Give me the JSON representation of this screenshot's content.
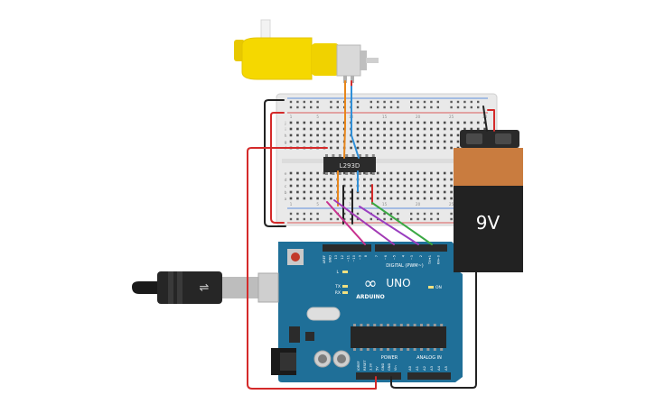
{
  "motor": {
    "icon": "dc-gear-motor-icon"
  },
  "breadboard": {
    "row_letters_top": [
      "j",
      "i",
      "h",
      "g",
      "f"
    ],
    "row_letters_bottom": [
      "e",
      "d",
      "c",
      "b",
      "a"
    ],
    "col_numbers": [
      "1",
      "",
      "",
      "",
      "5",
      "",
      "",
      "",
      "",
      "10",
      "",
      "",
      "",
      "",
      "15",
      "",
      "",
      "",
      "",
      "20",
      "",
      "",
      "",
      "",
      "25",
      "",
      "",
      "",
      "",
      "30"
    ]
  },
  "chip": {
    "label": "L293D"
  },
  "battery": {
    "label": "9V",
    "colors": {
      "top": "#c97c3f",
      "body": "#222222"
    }
  },
  "arduino": {
    "brand": "ARDUINO",
    "model": "UNO",
    "logo_symbol": "∞",
    "digital_label": "DIGITAL (PWM~)",
    "analog_label": "ANALOG IN",
    "power_label": "POWER",
    "on_label": "ON",
    "tx_label": "TX",
    "rx_label": "RX",
    "l_label": "L",
    "digital_pins": [
      "AREF",
      "GND",
      "13",
      "12",
      "~11",
      "~10",
      "~9",
      "8",
      "7",
      "~6",
      "~5",
      "4",
      "~3",
      "2",
      "TX➜1",
      "RX←0"
    ],
    "power_pins": [
      "IOREF",
      "RESET",
      "3.3V",
      "5V",
      "GND",
      "GND",
      "Vin"
    ],
    "analog_pins": [
      "A0",
      "A1",
      "A2",
      "A3",
      "A4",
      "A5"
    ],
    "colors": {
      "board": "#1f6f98",
      "header": "#2b2b2b"
    }
  },
  "usb_cable": {
    "icon": "usb-icon"
  },
  "wire_colors": {
    "red": "#d42a2a",
    "black": "#222222",
    "orange": "#e8861b",
    "blue": "#2f8fd8",
    "purple": "#a23ab4",
    "magenta": "#c8318f",
    "green": "#3aa843",
    "pink": "#d64a8a"
  }
}
